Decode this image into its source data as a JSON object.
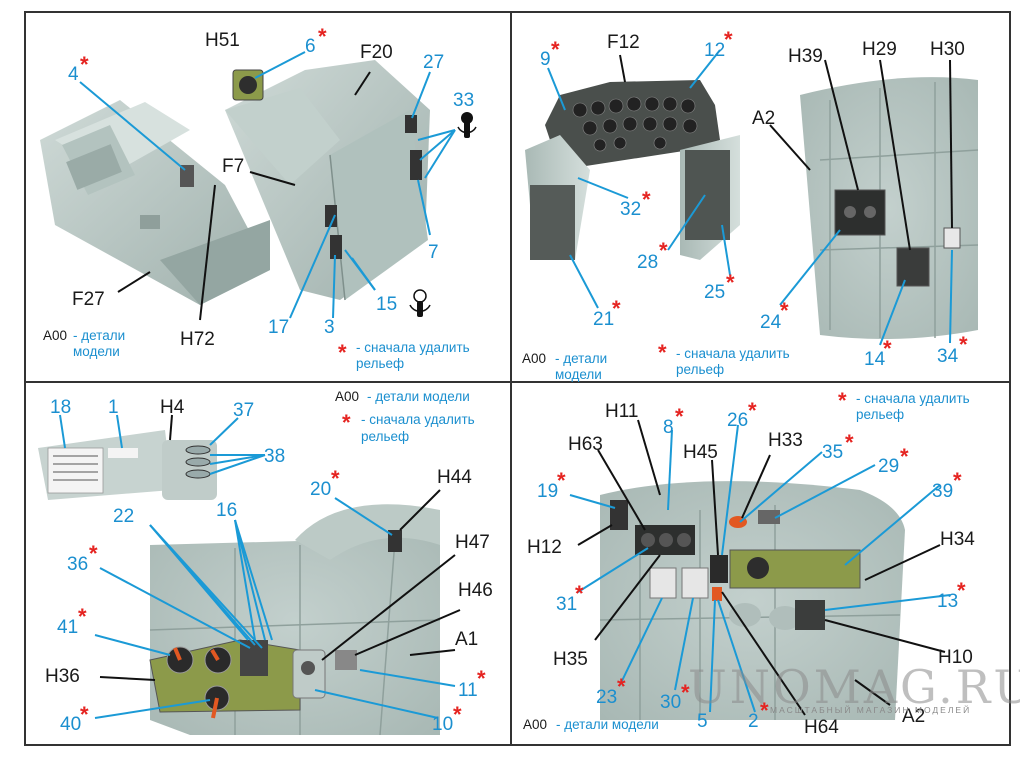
{
  "panels": {
    "p1": {
      "labels": {
        "h51": "H51",
        "f20": "F20",
        "f7": "F7",
        "f27": "F27",
        "h72": "H72"
      },
      "numbers": {
        "n6": "6",
        "n4": "4",
        "n27": "27",
        "n33": "33",
        "n17": "17",
        "n3": "3",
        "n15": "15",
        "n7": "7"
      },
      "legend_code": "A00",
      "legend_parts": "- детали",
      "legend_parts2": "модели",
      "note_text": "- сначала удалить",
      "note_text2": "рельеф"
    },
    "p2": {
      "labels": {
        "f12": "F12",
        "h39": "H39",
        "h29": "H29",
        "h30": "H30",
        "a2": "A2"
      },
      "numbers": {
        "n9": "9",
        "n12": "12",
        "n32": "32",
        "n28": "28",
        "n25": "25",
        "n21": "21",
        "n24": "24",
        "n14": "14",
        "n34": "34"
      },
      "legend_code": "A00",
      "legend_parts": "- детали",
      "legend_parts2": "модели",
      "note_text": "- сначала удалить",
      "note_text2": "рельеф"
    },
    "p3": {
      "labels": {
        "h4": "H4",
        "h44": "H44",
        "h47": "H47",
        "h46": "H46",
        "a1": "A1",
        "h36": "H36"
      },
      "numbers": {
        "n18": "18",
        "n1": "1",
        "n37": "37",
        "n38": "38",
        "n22": "22",
        "n16": "16",
        "n20": "20",
        "n36": "36",
        "n41": "41",
        "n11": "11",
        "n40": "40",
        "n10": "10"
      },
      "legend_code": "A00",
      "legend_parts": "- детали модели",
      "note_text": "- сначала удалить",
      "note_text2": "рельеф"
    },
    "p4": {
      "labels": {
        "h11": "H11",
        "h63": "H63",
        "h45": "H45",
        "h33": "H33",
        "h12": "H12",
        "h34": "H34",
        "h35": "H35",
        "h10": "H10",
        "h64": "H64",
        "a2": "A2"
      },
      "numbers": {
        "n8": "8",
        "n26": "26",
        "n35": "35",
        "n29": "29",
        "n19": "19",
        "n39": "39",
        "n31": "31",
        "n13": "13",
        "n23": "23",
        "n30": "30",
        "n5": "5",
        "n2": "2"
      },
      "legend_code": "A00",
      "legend_parts": "- детали модели",
      "note_text": "- сначала удалить",
      "note_text2": "рельеф"
    }
  },
  "star_symbol": "*",
  "watermark": {
    "brand": "UNOMAG.RU",
    "tagline": "МАСШТАБНЫЙ МАГАЗИН МОДЕЛЕЙ"
  },
  "colors": {
    "number_blue": "#1b8fcf",
    "star_red": "#e52421",
    "part_grey": "#b9c7c3",
    "pe_olive": "#8c9a4a"
  }
}
